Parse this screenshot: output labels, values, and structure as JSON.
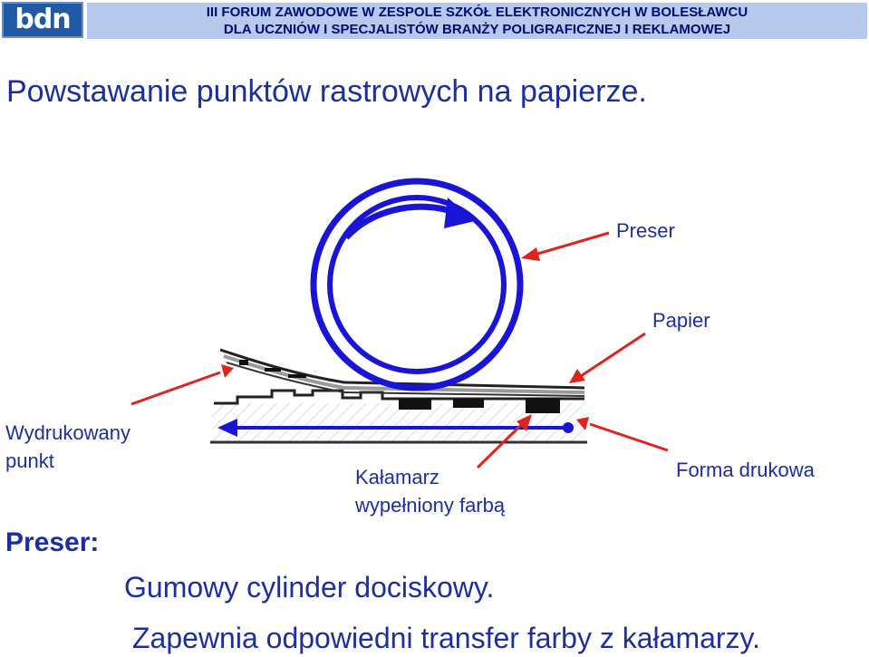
{
  "header": {
    "logo_text": "bdn",
    "line1": "III FORUM ZAWODOWE W ZESPOLE SZKÓŁ ELEKTRONICZNYCH W BOLESŁAWCU",
    "line2": "DLA UCZNIÓW I SPECJALISTÓW BRANŻY POLIGRAFICZNEJ I REKLAMOWEJ"
  },
  "slide": {
    "title": "Powstawanie punktów rastrowych na papierze."
  },
  "diagram": {
    "labels": {
      "preser": "Preser",
      "papier": "Papier",
      "printed_dot_line1": "Wydrukowany",
      "printed_dot_line2": "punkt",
      "inkwell_line1": "Kałamarz",
      "inkwell_line2": "wypełniony farbą",
      "printing_form": "Forma drukowa"
    },
    "colors": {
      "cylinder": "#1a14d6",
      "arrow": "#e0231d",
      "text": "#1c2f9d"
    }
  },
  "description": {
    "term": "Preser:",
    "line1": "Gumowy cylinder dociskowy.",
    "line2": "Zapewnia odpowiedni transfer farby z kałamarzy."
  }
}
